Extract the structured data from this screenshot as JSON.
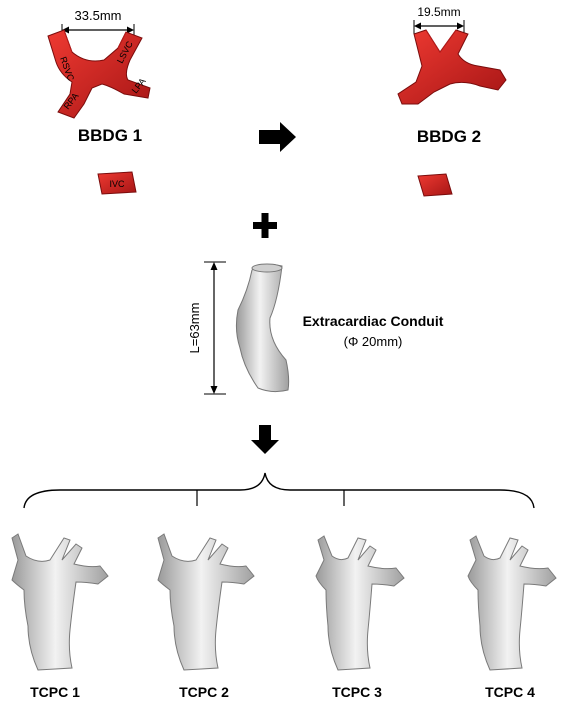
{
  "bbdg1": {
    "title": "BBDG 1",
    "dimension": "33.5mm",
    "labels": {
      "rsvc": "RSVC",
      "lsvc": "LSVC",
      "rpa": "RPA",
      "lpa": "LPA",
      "ivc": "IVC"
    }
  },
  "bbdg2": {
    "title": "BBDG 2",
    "dimension": "19.5mm"
  },
  "conduit": {
    "length_label": "L=63mm",
    "title": "Extracardiac Conduit",
    "diameter": "(Φ 20mm)"
  },
  "tcpc": [
    "TCPC 1",
    "TCPC 2",
    "TCPC 3",
    "TCPC 4"
  ],
  "colors": {
    "vessel_red": "#d6201f",
    "vessel_red_dark": "#8e1010",
    "conduit_gray": "#dcdcdc",
    "conduit_edge": "#7a7a7a"
  }
}
